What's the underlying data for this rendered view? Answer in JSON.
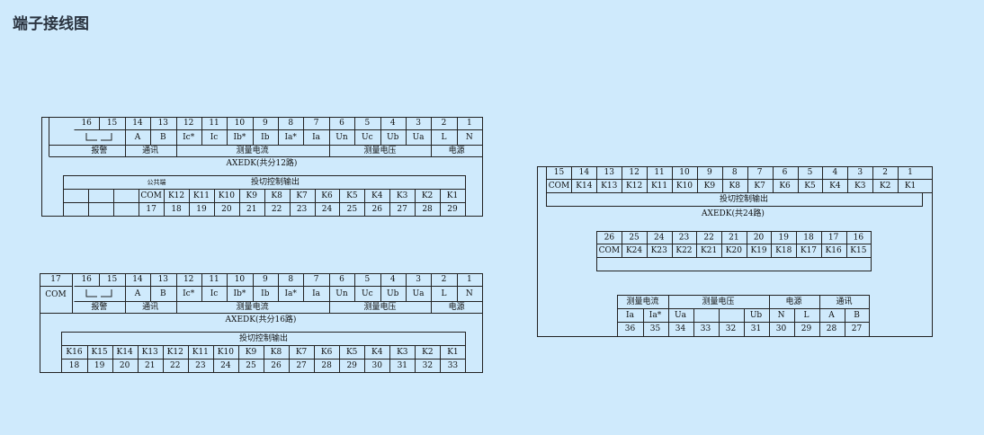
{
  "page_title": "端子接线图",
  "d12": {
    "caption": "AXEDK(共分12路)",
    "top_nums": [
      "16",
      "15",
      "14",
      "13",
      "12",
      "11",
      "10",
      "9",
      "8",
      "7",
      "6",
      "5",
      "4",
      "3",
      "2",
      "1"
    ],
    "top_labels": [
      "",
      "",
      "A",
      "B",
      "Ic*",
      "Ic",
      "Ib*",
      "Ib",
      "Ia*",
      "Ia",
      "Un",
      "Uc",
      "Ub",
      "Ua",
      "L",
      "N"
    ],
    "groups": [
      "报警",
      "通讯",
      "测量电流",
      "测量电压",
      "电源"
    ],
    "common_label": "公共端",
    "output_title": "投切控制输出",
    "out_k": [
      "COM",
      "K12",
      "K11",
      "K10",
      "K9",
      "K8",
      "K7",
      "K6",
      "K5",
      "K4",
      "K3",
      "K2",
      "K1"
    ],
    "out_n": [
      "17",
      "18",
      "19",
      "20",
      "21",
      "22",
      "23",
      "24",
      "25",
      "26",
      "27",
      "28",
      "29"
    ]
  },
  "d16": {
    "caption": "AXEDK(共分16路)",
    "com_num": "17",
    "com_label": "COM",
    "top_nums": [
      "16",
      "15",
      "14",
      "13",
      "12",
      "11",
      "10",
      "9",
      "8",
      "7",
      "6",
      "5",
      "4",
      "3",
      "2",
      "1"
    ],
    "top_labels": [
      "",
      "",
      "A",
      "B",
      "Ic*",
      "Ic",
      "Ib*",
      "Ib",
      "Ia*",
      "Ia",
      "Un",
      "Uc",
      "Ub",
      "Ua",
      "L",
      "N"
    ],
    "groups": [
      "报警",
      "通讯",
      "测量电流",
      "测量电压",
      "电源"
    ],
    "output_title": "投切控制输出",
    "out_k": [
      "K16",
      "K15",
      "K14",
      "K13",
      "K12",
      "K11",
      "K10",
      "K9",
      "K8",
      "K7",
      "K6",
      "K5",
      "K4",
      "K3",
      "K2",
      "K1"
    ],
    "out_n": [
      "18",
      "19",
      "20",
      "21",
      "22",
      "23",
      "24",
      "25",
      "26",
      "27",
      "28",
      "29",
      "30",
      "31",
      "32",
      "33"
    ]
  },
  "d24": {
    "caption": "AXEDK(共24路)",
    "output_title": "投切控制输出",
    "top_nums": [
      "15",
      "14",
      "13",
      "12",
      "11",
      "10",
      "9",
      "8",
      "7",
      "6",
      "5",
      "4",
      "3",
      "2",
      "1"
    ],
    "top_k": [
      "COM",
      "K14",
      "K13",
      "K12",
      "K11",
      "K10",
      "K9",
      "K8",
      "K7",
      "K6",
      "K5",
      "K4",
      "K3",
      "K2",
      "K1"
    ],
    "mid_nums": [
      "26",
      "25",
      "24",
      "23",
      "22",
      "21",
      "20",
      "19",
      "18",
      "17",
      "16"
    ],
    "mid_k": [
      "COM",
      "K24",
      "K23",
      "K22",
      "K21",
      "K20",
      "K19",
      "K18",
      "K17",
      "K16",
      "K15"
    ],
    "bottom_groups": [
      "测量电流",
      "测量电压",
      "电源",
      "通讯"
    ],
    "bottom_labels": [
      "Ia",
      "Ia*",
      "Ua",
      "",
      "",
      "Ub",
      "N",
      "L",
      "A",
      "B"
    ],
    "bottom_nums": [
      "36",
      "35",
      "34",
      "33",
      "32",
      "31",
      "30",
      "29",
      "28",
      "27"
    ]
  }
}
